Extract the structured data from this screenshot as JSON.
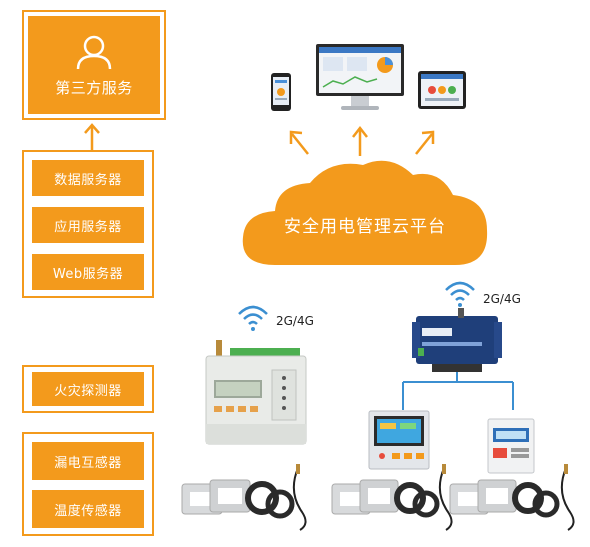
{
  "third_party": {
    "label": "第三方服务",
    "icon": "user-icon"
  },
  "servers": [
    {
      "label": "数据服务器"
    },
    {
      "label": "应用服务器"
    },
    {
      "label": "Web服务器"
    }
  ],
  "sensors_top": {
    "label": "火灾探测器"
  },
  "sensors_bottom": [
    {
      "label": "漏电互感器"
    },
    {
      "label": "温度传感器"
    }
  ],
  "cloud": {
    "label": "安全用电管理云平台"
  },
  "network_left": {
    "label": "2G/4G"
  },
  "network_right": {
    "label": "2G/4G"
  },
  "colors": {
    "accent": "#f39a1c",
    "connector": "#3b8fd1"
  }
}
